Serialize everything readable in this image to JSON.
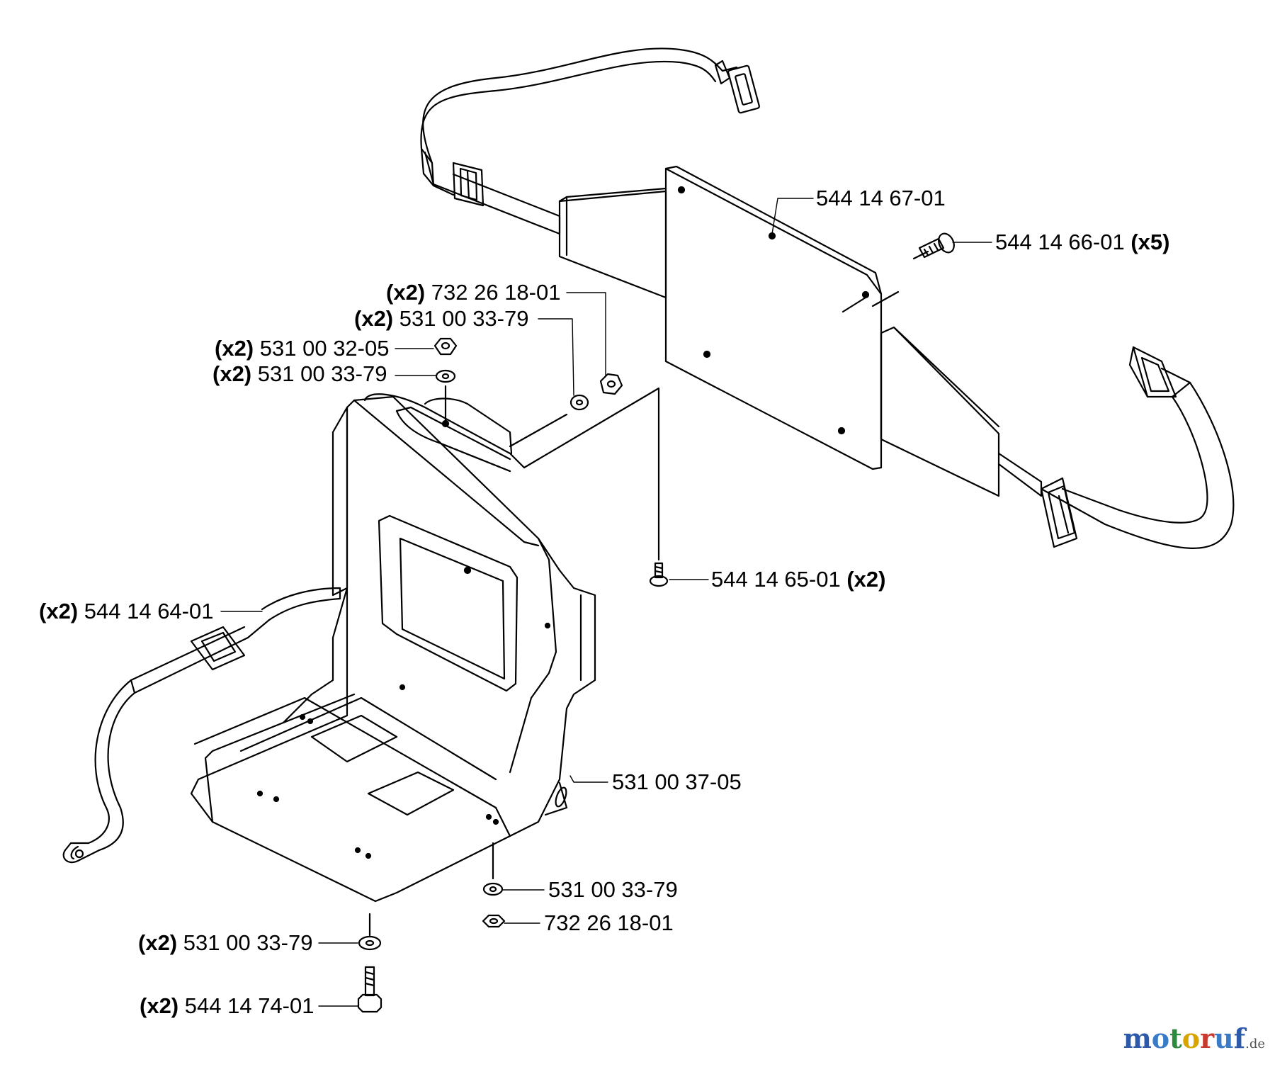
{
  "diagram": {
    "labels": [
      {
        "id": "part-544146701",
        "qty": "",
        "part": "544 14 67-01"
      },
      {
        "id": "part-544146601",
        "qty": "(x5)",
        "part": "544 14 66-01"
      },
      {
        "id": "part-732261801-top",
        "qty": "(x2)",
        "part": "732 26 18-01"
      },
      {
        "id": "part-531003379-top-a",
        "qty": "(x2)",
        "part": "531 00 33-79"
      },
      {
        "id": "part-531003205",
        "qty": "(x2)",
        "part": "531 00 32-05"
      },
      {
        "id": "part-531003379-top-b",
        "qty": "(x2)",
        "part": "531 00 33-79"
      },
      {
        "id": "part-544146501",
        "qty": "(x2)",
        "part": "544 14 65-01"
      },
      {
        "id": "part-544146401",
        "qty": "(x2)",
        "part": "544 14 64-01"
      },
      {
        "id": "part-531003705",
        "qty": "",
        "part": "531 00 37-05"
      },
      {
        "id": "part-531003379-mid",
        "qty": "",
        "part": "531 00 33-79"
      },
      {
        "id": "part-732261801-bottom",
        "qty": "",
        "part": "732 26 18-01"
      },
      {
        "id": "part-531003379-bottom",
        "qty": "(x2)",
        "part": "531 00 33-79"
      },
      {
        "id": "part-544147401",
        "qty": "(x2)",
        "part": "544 14 74-01"
      }
    ]
  },
  "watermark": {
    "letters": [
      "m",
      "o",
      "t",
      "o",
      "r",
      "u",
      "f"
    ],
    "tld": ".de"
  }
}
